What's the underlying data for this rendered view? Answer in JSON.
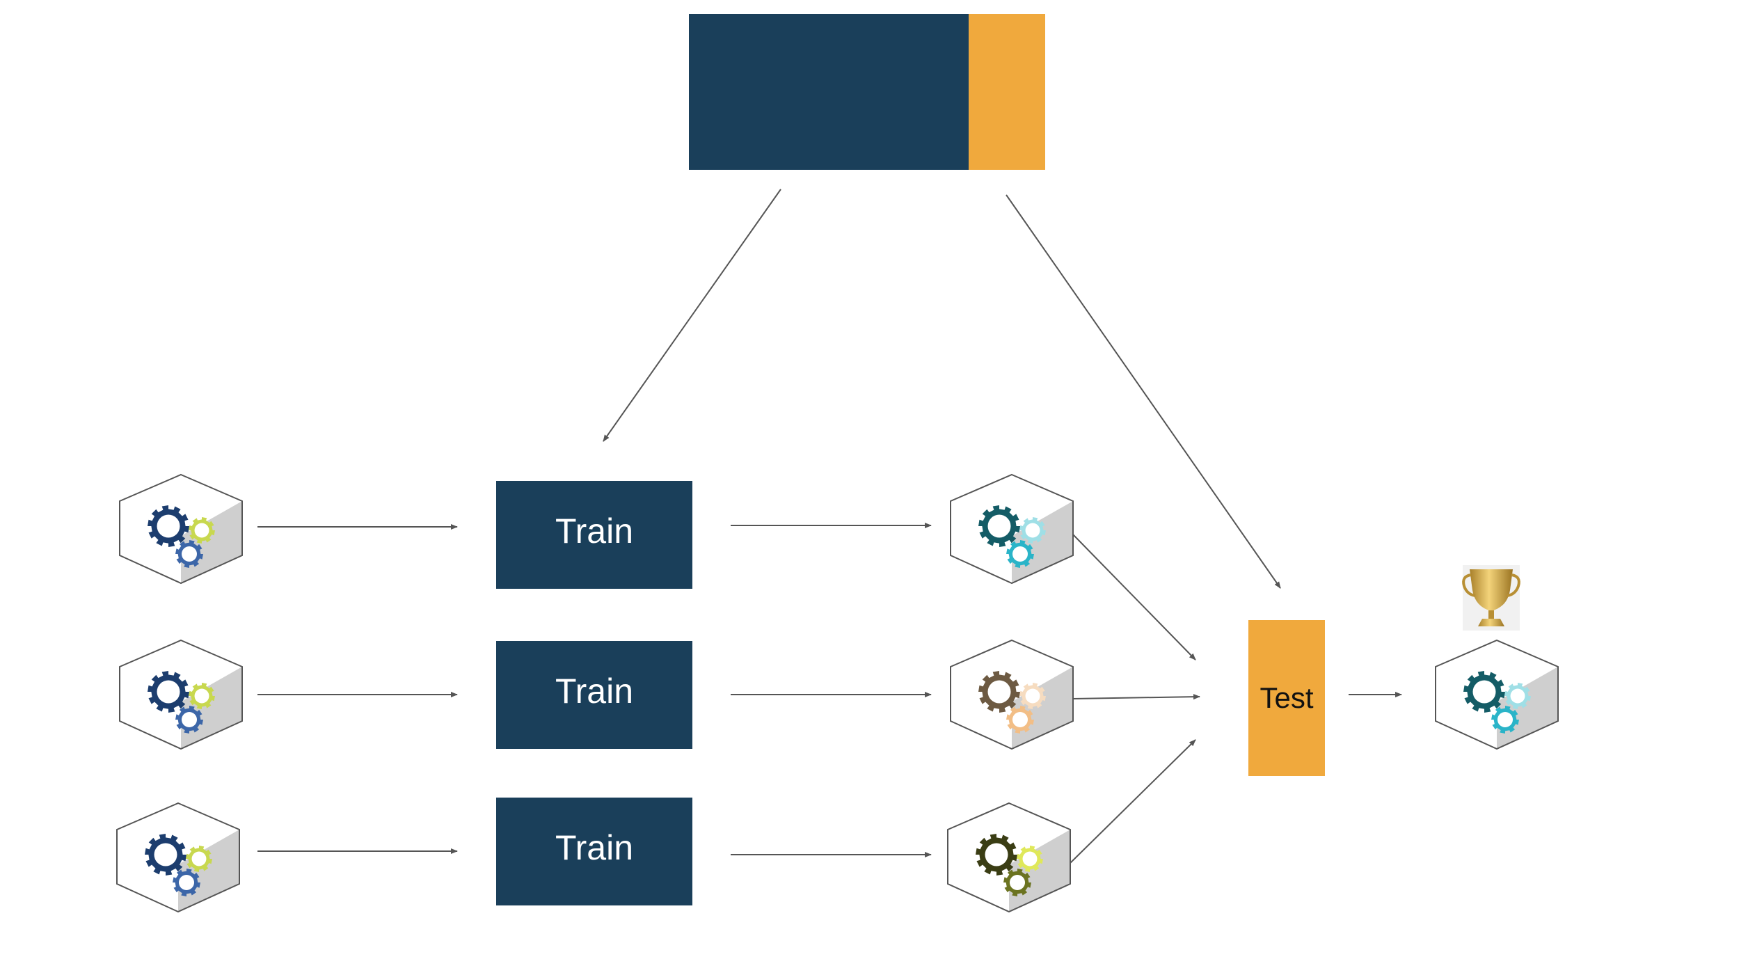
{
  "colors": {
    "train": "#1a3f5a",
    "test": "#f0a93d",
    "split_train": "#1a3f5a",
    "split_test": "#f0a93d",
    "arrow": "#555555",
    "train_text": "#ffffff",
    "test_text": "#111111",
    "cube_top": "#ffffff",
    "cube_side": "#cfcfcf",
    "cube_stroke": "#555555"
  },
  "dataset": {
    "train_share": "train-portion",
    "test_share": "test-portion"
  },
  "models_untrained": [
    {
      "icon": "gears-icon",
      "gear_colors": [
        "#1c3d6e",
        "#c8d84f",
        "#3c66a8"
      ]
    },
    {
      "icon": "gears-icon",
      "gear_colors": [
        "#1c3d6e",
        "#c8d84f",
        "#3c66a8"
      ]
    },
    {
      "icon": "gears-icon",
      "gear_colors": [
        "#1c3d6e",
        "#c8d84f",
        "#3c66a8"
      ]
    }
  ],
  "train_steps": [
    {
      "label": "Train"
    },
    {
      "label": "Train"
    },
    {
      "label": "Train"
    }
  ],
  "models_trained": [
    {
      "icon": "gears-icon",
      "gear_colors": [
        "#145c66",
        "#9fdfe6",
        "#2ab4c8"
      ]
    },
    {
      "icon": "gears-icon",
      "gear_colors": [
        "#6d5a42",
        "#f6dcc0",
        "#f2be86"
      ]
    },
    {
      "icon": "gears-icon",
      "gear_colors": [
        "#3a3d14",
        "#dfe85a",
        "#6b7320"
      ]
    }
  ],
  "test_step": {
    "label": "Test"
  },
  "winner": {
    "icon": "trophy-icon",
    "model_icon": "gears-icon",
    "gear_colors": [
      "#145c66",
      "#9fdfe6",
      "#2ab4c8"
    ]
  }
}
